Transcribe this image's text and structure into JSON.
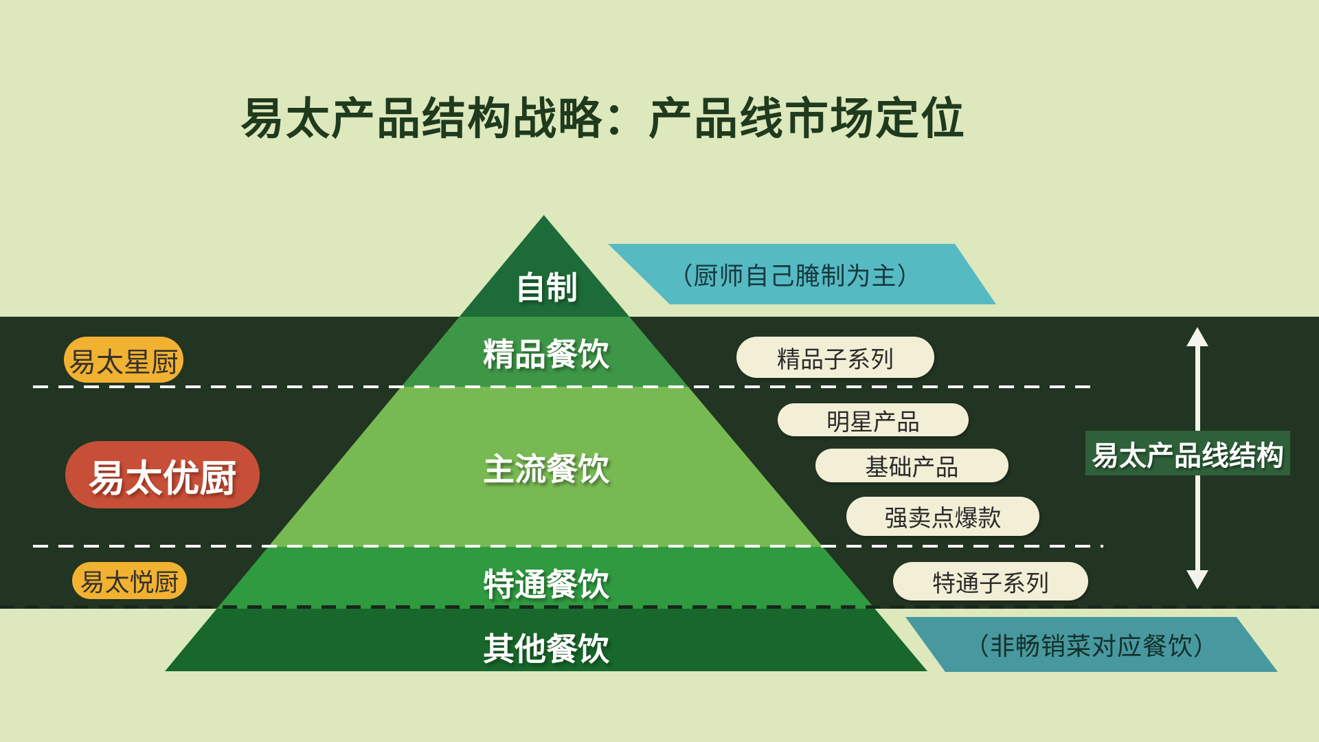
{
  "title": "易太产品结构战略：产品线市场定位",
  "pyramid": {
    "levels": [
      {
        "label": "自制",
        "color": "#1d6b38"
      },
      {
        "label": "精品餐饮",
        "color": "#3e9747"
      },
      {
        "label": "主流餐饮",
        "color": "#78ba52"
      },
      {
        "label": "特通餐饮",
        "color": "#2f9a40"
      },
      {
        "label": "其他餐饮",
        "color": "#17682a"
      }
    ]
  },
  "left_badges": [
    {
      "label": "易太星厨",
      "color": "#f2b231"
    },
    {
      "label": "易太优厨",
      "color": "#c84f37"
    },
    {
      "label": "易太悦厨",
      "color": "#f2b231"
    }
  ],
  "right_tags": [
    {
      "label": "精品子系列"
    },
    {
      "label": "明星产品"
    },
    {
      "label": "基础产品"
    },
    {
      "label": "强卖点爆款"
    },
    {
      "label": "特通子系列"
    }
  ],
  "callouts": {
    "top": "（厨师自己腌制为主）",
    "bottom": "（非畅销菜对应餐饮）"
  },
  "axis_label": "易太产品线结构",
  "colors": {
    "background": "#dde8bd",
    "band": "#223422",
    "title_text": "#203a1d",
    "tag_bg": "#f2efd6",
    "callout_top_bg": "#56bac3",
    "callout_bottom_bg": "#48999f",
    "axis_box_bg": "#2e6039",
    "arrow": "#f4f4ec"
  }
}
